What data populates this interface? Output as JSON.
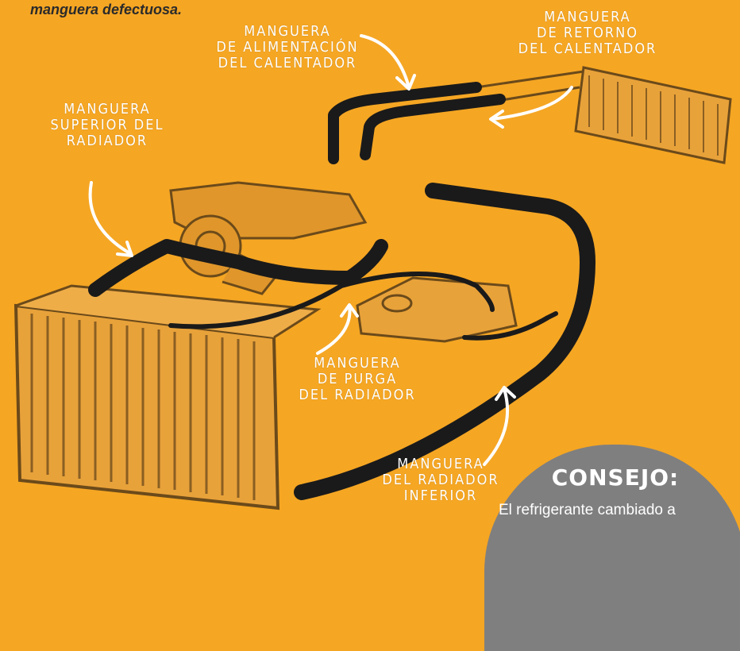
{
  "intro_text": "manguera defectuosa.",
  "labels": {
    "feed_hose": [
      "MANGUERA",
      "DE ALIMENTACIÓN",
      "DEL CALENTADOR"
    ],
    "return_hose": [
      "MANGUERA",
      "DE RETORNO",
      "DEL CALENTADOR"
    ],
    "upper_radiator_hose": [
      "MANGUERA",
      "SUPERIOR DEL",
      "RADIADOR"
    ],
    "bleed_hose": [
      "MANGUERA",
      "DE PURGA",
      "DEL RADIADOR"
    ],
    "lower_radiator_hose": [
      "MANGUERA",
      "DEL RADIADOR",
      "INFERIOR"
    ]
  },
  "tip": {
    "title": "CONSEJO:",
    "text": "El refrigerante cambiado a"
  },
  "colors": {
    "background": "#F5A623",
    "hose": "#1a1a1a",
    "parts": "#e0962a",
    "arrow": "#ffffff",
    "tip_bubble": "#7f7f80"
  }
}
